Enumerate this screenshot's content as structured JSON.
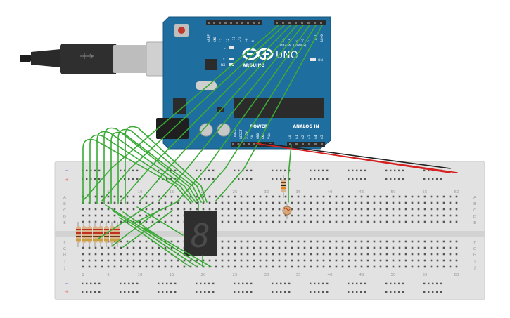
{
  "arduino": {
    "brand": "ARDUINO",
    "model": "UNO",
    "digital_label": "DIGITAL (PWM~)",
    "power_label": "POWER",
    "analog_label": "ANALOG IN",
    "on_label": "ON",
    "tx_label": "TX",
    "rx_label": "RX",
    "l_label": "L",
    "top_pins": [
      "AREF",
      "GND",
      "13",
      "12",
      "~11",
      "~10",
      "~9",
      "8",
      "7",
      "~6",
      "~5",
      "4",
      "~3",
      "2",
      "TX→1",
      "RX←0"
    ],
    "power_pins": [
      "IOREF",
      "RESET",
      "3.3V",
      "5V",
      "GND",
      "GND",
      "Vin"
    ],
    "analog_pins": [
      "A0",
      "A1",
      "A2",
      "A3",
      "A4",
      "A5"
    ],
    "colors": {
      "board": "#1f6ea0",
      "header": "#2b2b2b"
    }
  },
  "breadboard": {
    "top_col_numbers": [
      "1",
      "5",
      "10",
      "15",
      "20",
      "25",
      "30",
      "35",
      "40",
      "45",
      "50",
      "55",
      "60"
    ],
    "bottom_col_numbers": [
      "1",
      "5",
      "10",
      "15",
      "20",
      "25",
      "30",
      "35",
      "40",
      "45",
      "50",
      "55",
      "60"
    ],
    "row_letters_left": [
      "A",
      "B",
      "C",
      "D",
      "E",
      "F",
      "G",
      "H",
      "I",
      "J"
    ],
    "row_letters_right": [
      "A",
      "B",
      "C",
      "D",
      "E",
      "F",
      "G",
      "H",
      "I",
      "J"
    ],
    "rail_minus": "−",
    "rail_plus": "+"
  },
  "display": {
    "digit": "8"
  },
  "colors": {
    "wire_green": "#3aaa35",
    "wire_red": "#d62020",
    "wire_black": "#222222"
  }
}
